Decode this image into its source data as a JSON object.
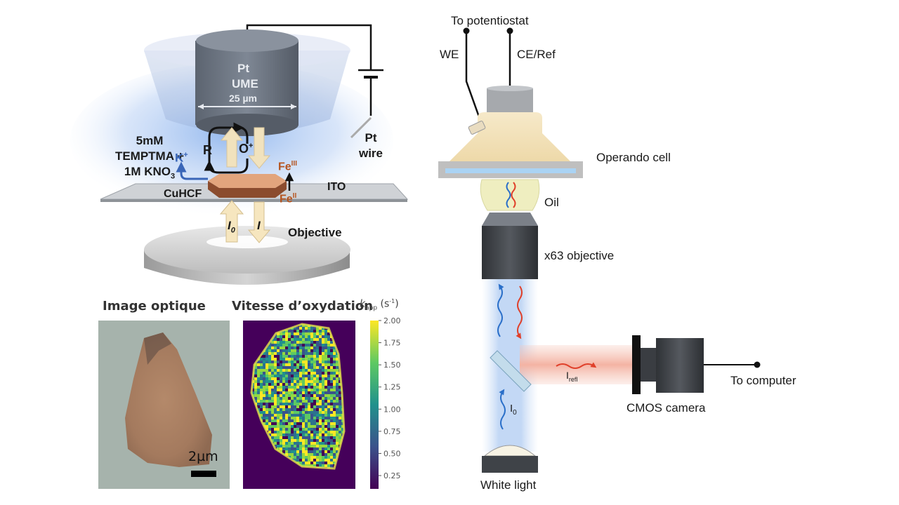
{
  "left_setup": {
    "ume_line1": "Pt",
    "ume_line2": "UME",
    "ume_size": "25 µm",
    "solution": [
      "5mM",
      "TEMPTMA +",
      "1M KNO"
    ],
    "solution_subscript": "3",
    "k_ion": "K",
    "k_ion_sup": "+",
    "red_species": "R",
    "ox_species": "O",
    "ox_species_sup": "+",
    "fe3": "Fe",
    "fe3_sup": "III",
    "fe2": "Fe",
    "fe2_sup": "II",
    "crystal": "CuHCF",
    "substrate": "ITO",
    "pt_wire": [
      "Pt",
      "wire"
    ],
    "i0": "I",
    "i0_sub": "0",
    "i": "I",
    "objective": "Objective"
  },
  "images": {
    "optical_title": "Image optique",
    "rate_title": "Vitesse d’oxydation",
    "colorbar_label": "k",
    "colorbar_label_sub": "app",
    "colorbar_unit": "(s",
    "colorbar_unit_sup": "-1",
    "colorbar_unit_end": ")",
    "colorbar_ticks": [
      "2.00",
      "1.75",
      "1.50",
      "1.25",
      "1.00",
      "0.75",
      "0.50",
      "0.25"
    ],
    "colorbar_range": [
      0.1,
      2.0
    ],
    "scale_bar": "2µm"
  },
  "right_setup": {
    "potentiostat": "To potentiostat",
    "we": "WE",
    "ce_ref": "CE/Ref",
    "cell": "Operando cell",
    "oil": "Oil",
    "objective": "x63 objective",
    "i_refl": "I",
    "i_refl_sub": "refl",
    "i0": "I",
    "i0_sub": "0",
    "camera": "CMOS camera",
    "computer": "To computer",
    "light": "White light"
  },
  "colors": {
    "blue_light": "#2a6fc9",
    "red_light": "#e0402a",
    "fe_label": "#b5541f",
    "k_label": "#3a66b8",
    "crystal": "#c9845a"
  }
}
